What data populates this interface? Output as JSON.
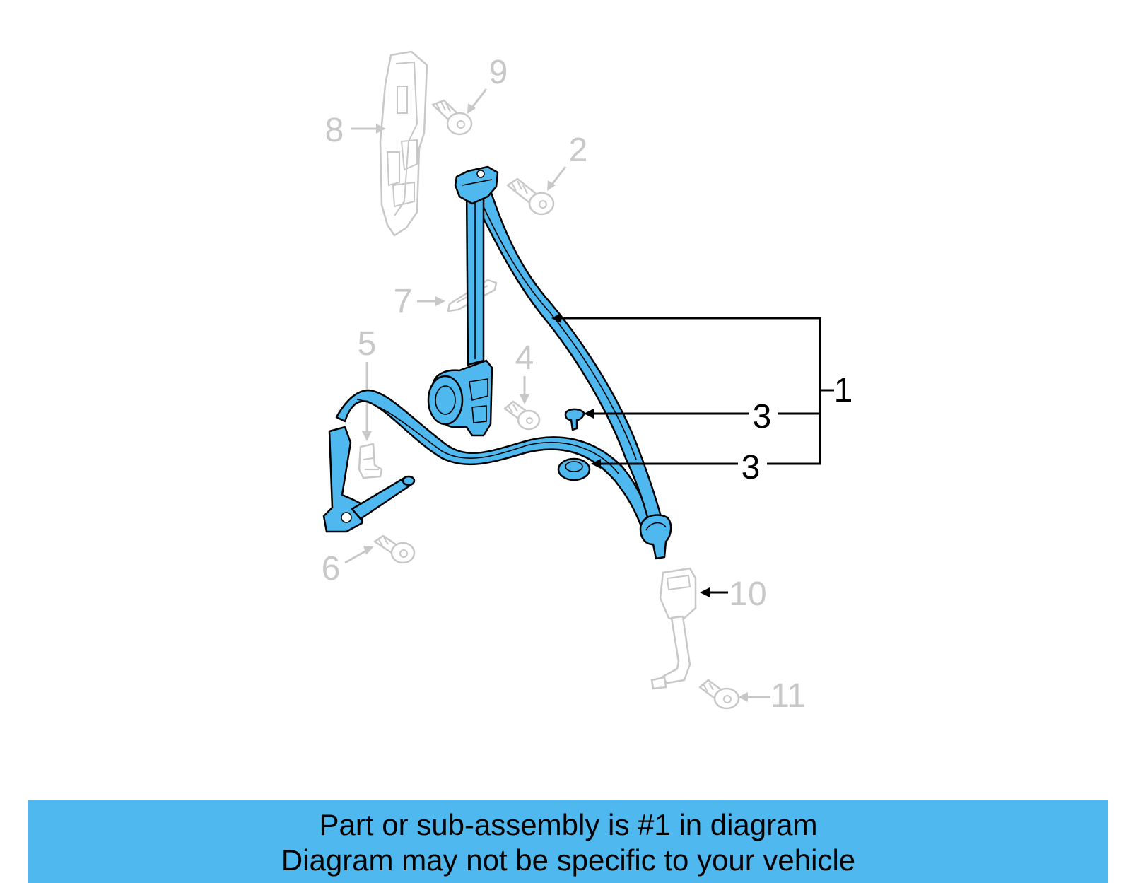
{
  "callouts": {
    "c1": "1",
    "c2": "2",
    "c3a": "3",
    "c3b": "3",
    "c4": "4",
    "c5": "5",
    "c6": "6",
    "c7": "7",
    "c8": "8",
    "c9": "9",
    "c10": "10",
    "c11": "11"
  },
  "parts": {
    "highlighted_part_number": "1",
    "highlighted_assembly": "seat-belt-assembly",
    "highlight_color": "#4fb8ef",
    "dimmed_color": "#c8c8c8"
  },
  "footer": {
    "line1": "Part or sub-assembly is #1 in diagram",
    "line2": "Diagram may not be specific to your vehicle",
    "background": "#4fb8ef"
  }
}
